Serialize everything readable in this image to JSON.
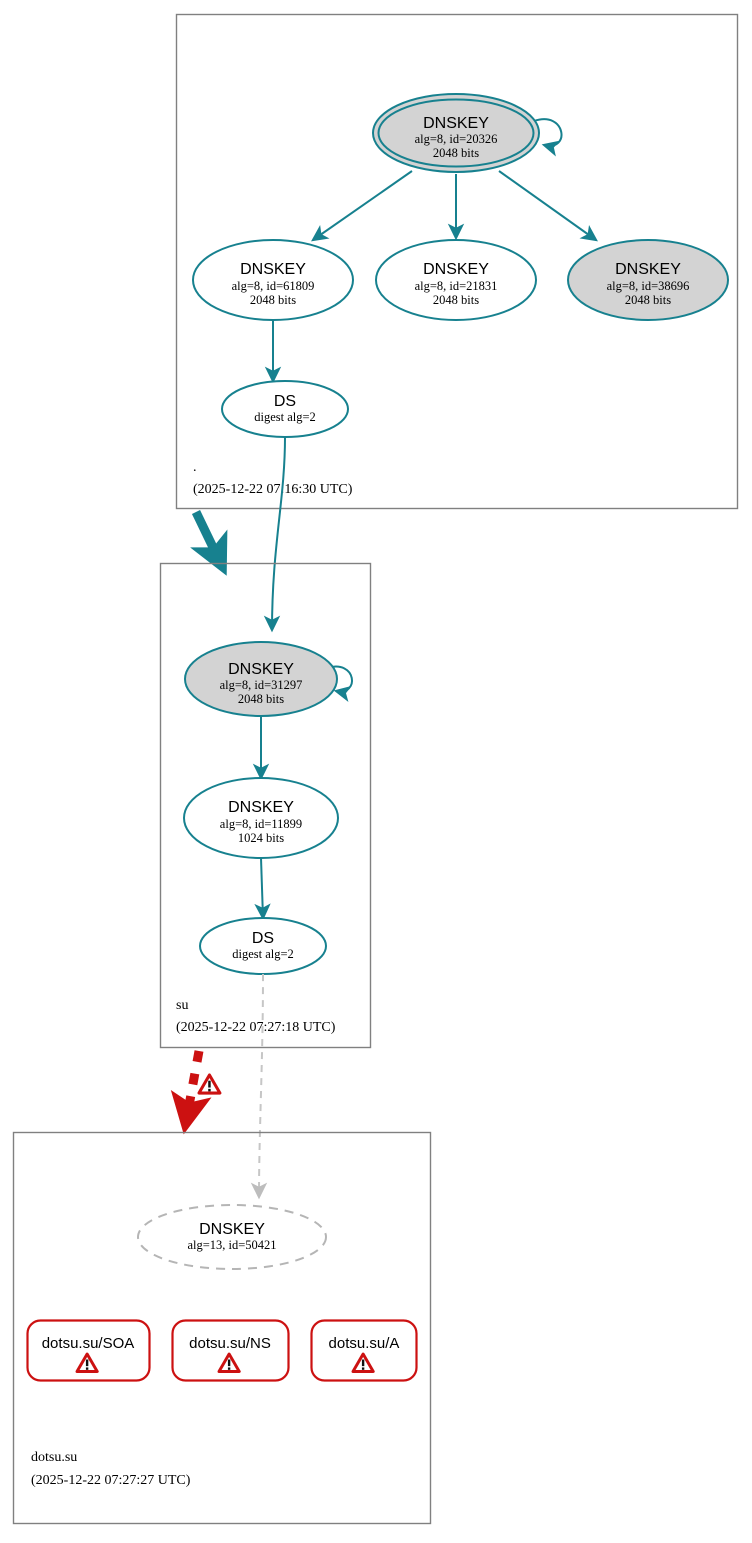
{
  "diagram": {
    "type": "dnssec-authentication-chain",
    "colors": {
      "secure_edge": "#17818f",
      "insecure_edge": "#c6c6c6",
      "bogus_edge": "#cc1111",
      "node_fill_secure": "#d3d3d3",
      "zone_border": "#808080"
    }
  },
  "zones": [
    {
      "name": "root",
      "label": ".",
      "timestamp": "(2025-12-22 07:16:30 UTC)",
      "nodes": [
        {
          "id": "root-ksk",
          "title": "DNSKEY",
          "line2": "alg=8, id=20326",
          "line3": "2048 bits"
        },
        {
          "id": "root-zsk1",
          "title": "DNSKEY",
          "line2": "alg=8, id=61809",
          "line3": "2048 bits"
        },
        {
          "id": "root-zsk2",
          "title": "DNSKEY",
          "line2": "alg=8, id=21831",
          "line3": "2048 bits"
        },
        {
          "id": "root-zsk3",
          "title": "DNSKEY",
          "line2": "alg=8, id=38696",
          "line3": "2048 bits"
        },
        {
          "id": "root-ds",
          "title": "DS",
          "line2": "digest alg=2",
          "line3": ""
        }
      ]
    },
    {
      "name": "su",
      "label": "su",
      "timestamp": "(2025-12-22 07:27:18 UTC)",
      "nodes": [
        {
          "id": "su-ksk",
          "title": "DNSKEY",
          "line2": "alg=8, id=31297",
          "line3": "2048 bits"
        },
        {
          "id": "su-zsk",
          "title": "DNSKEY",
          "line2": "alg=8, id=11899",
          "line3": "1024 bits"
        },
        {
          "id": "su-ds",
          "title": "DS",
          "line2": "digest alg=2",
          "line3": ""
        }
      ]
    },
    {
      "name": "dotsu.su",
      "label": "dotsu.su",
      "timestamp": "(2025-12-22 07:27:27 UTC)",
      "nodes": [
        {
          "id": "dotsu-key",
          "title": "DNSKEY",
          "line2": "alg=13, id=50421",
          "line3": ""
        }
      ],
      "rrsets": [
        {
          "id": "rr-soa",
          "label": "dotsu.su/SOA",
          "status_icon": "warning-triangle-icon"
        },
        {
          "id": "rr-ns",
          "label": "dotsu.su/NS",
          "status_icon": "warning-triangle-icon"
        },
        {
          "id": "rr-a",
          "label": "dotsu.su/A",
          "status_icon": "warning-triangle-icon"
        }
      ]
    }
  ],
  "edges": [
    {
      "from": "root-ksk",
      "to": "root-ksk",
      "kind": "self-sign"
    },
    {
      "from": "root-ksk",
      "to": "root-zsk1",
      "kind": "sign"
    },
    {
      "from": "root-ksk",
      "to": "root-zsk2",
      "kind": "sign"
    },
    {
      "from": "root-ksk",
      "to": "root-zsk3",
      "kind": "sign"
    },
    {
      "from": "root-zsk1",
      "to": "root-ds",
      "kind": "sign"
    },
    {
      "from": "root-ds",
      "to": "su-ksk",
      "kind": "ds-to-key"
    },
    {
      "from": "su-ksk",
      "to": "su-ksk",
      "kind": "self-sign"
    },
    {
      "from": "su-ksk",
      "to": "su-zsk",
      "kind": "sign"
    },
    {
      "from": "su-zsk",
      "to": "su-ds",
      "kind": "sign"
    },
    {
      "from": "su-ds",
      "to": "dotsu-key",
      "kind": "ds-to-key-insecure"
    },
    {
      "from": "root",
      "to": "su",
      "kind": "delegation-secure"
    },
    {
      "from": "su",
      "to": "dotsu.su",
      "kind": "delegation-bogus",
      "status_icon": "warning-triangle-icon"
    }
  ]
}
